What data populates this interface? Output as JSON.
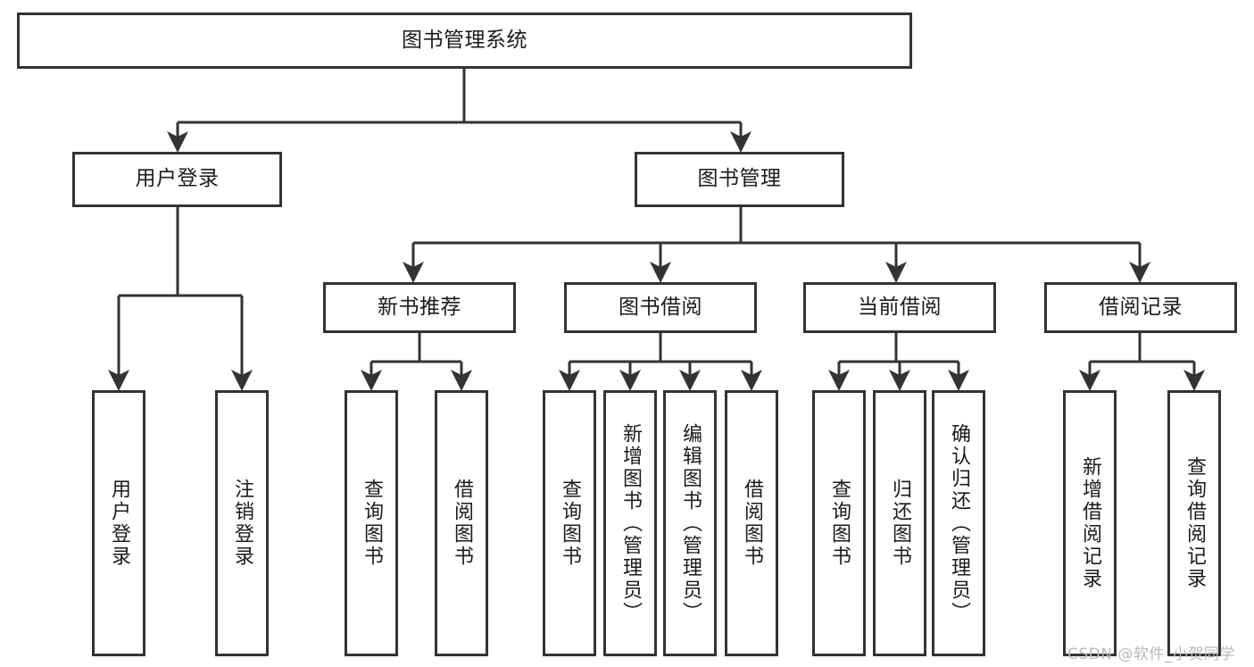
{
  "diagram": {
    "type": "tree-hierarchy-chart",
    "title": "图书管理系统",
    "line_color": "#333333",
    "box_fill": "#ffffff",
    "text_color": "#1b1b1b",
    "nodes": {
      "root": {
        "label": "图书管理系统"
      },
      "level2": [
        {
          "label": "用户登录"
        },
        {
          "label": "图书管理"
        }
      ],
      "level3": [
        {
          "label": "新书推荐"
        },
        {
          "label": "图书借阅"
        },
        {
          "label": "当前借阅"
        },
        {
          "label": "借阅记录"
        }
      ],
      "leaves_user_login": [
        {
          "label": "用户登录"
        },
        {
          "label": "注销登录"
        }
      ],
      "leaves_new_book": [
        {
          "label": "查询图书"
        },
        {
          "label": "借阅图书"
        }
      ],
      "leaves_book_borrow": [
        {
          "label": "查询图书"
        },
        {
          "label": "新增图书（管理员）"
        },
        {
          "label": "编辑图书（管理员）"
        },
        {
          "label": "借阅图书"
        }
      ],
      "leaves_current_borrow": [
        {
          "label": "查询图书"
        },
        {
          "label": "归还图书"
        },
        {
          "label": "确认归还（管理员）"
        }
      ],
      "leaves_borrow_record": [
        {
          "label": "新增借阅记录"
        },
        {
          "label": "查询借阅记录"
        }
      ]
    }
  },
  "watermark": {
    "text": "CSDN @软件_小贺同学",
    "color": "#b9b9b9"
  }
}
